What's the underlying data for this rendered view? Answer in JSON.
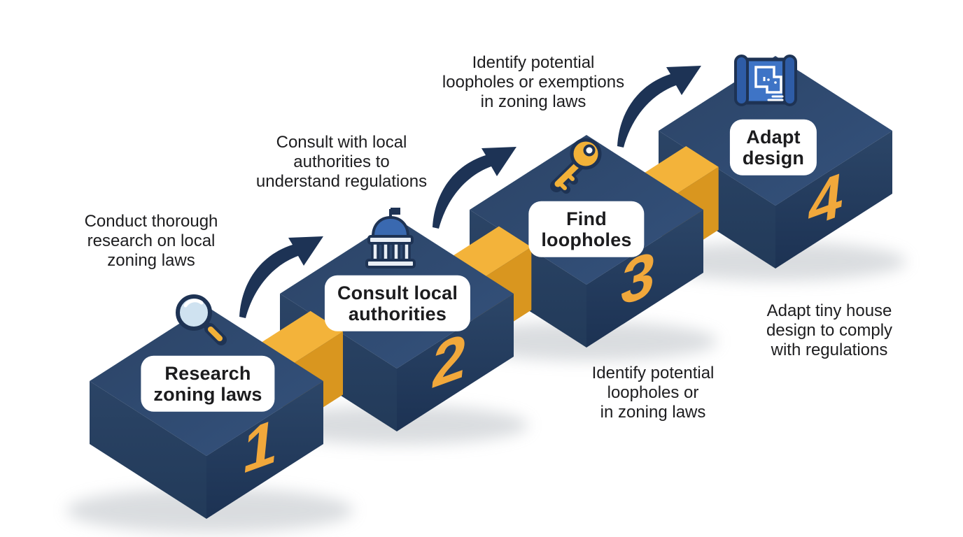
{
  "steps": [
    {
      "number": "1",
      "label": "Research\nzoning laws",
      "annotation": "Conduct thorough\nresearch on local\nzoning laws",
      "icon": "magnifier-icon"
    },
    {
      "number": "2",
      "label": "Consult local\nauthorities",
      "annotation": "Consult with local\nauthorities to\nunderstand regulations",
      "icon": "government-building-icon"
    },
    {
      "number": "3",
      "label": "Find\nloopholes",
      "annotation": "Identify potential\nloopholes or exemptions\nin zoning laws",
      "icon": "key-icon"
    },
    {
      "number": "4",
      "label": "Adapt\ndesign",
      "annotation": "Adapt tiny house\ndesign to comply\nwith regulations",
      "icon": "blueprint-icon"
    }
  ],
  "extra_annotation": "Identify potential\nloopholes or\nin zoning laws",
  "colors": {
    "block_top": "#2F4B6F",
    "block_left": "#253E60",
    "block_right": "#1F3657",
    "connector_top": "#F3B33A",
    "connector_side": "#D9961F",
    "number": "#F1A83B",
    "arrow": "#1D3355",
    "text": "#1D1D1F",
    "label_background": "#FFFFFF",
    "background": "#FFFFFF"
  }
}
